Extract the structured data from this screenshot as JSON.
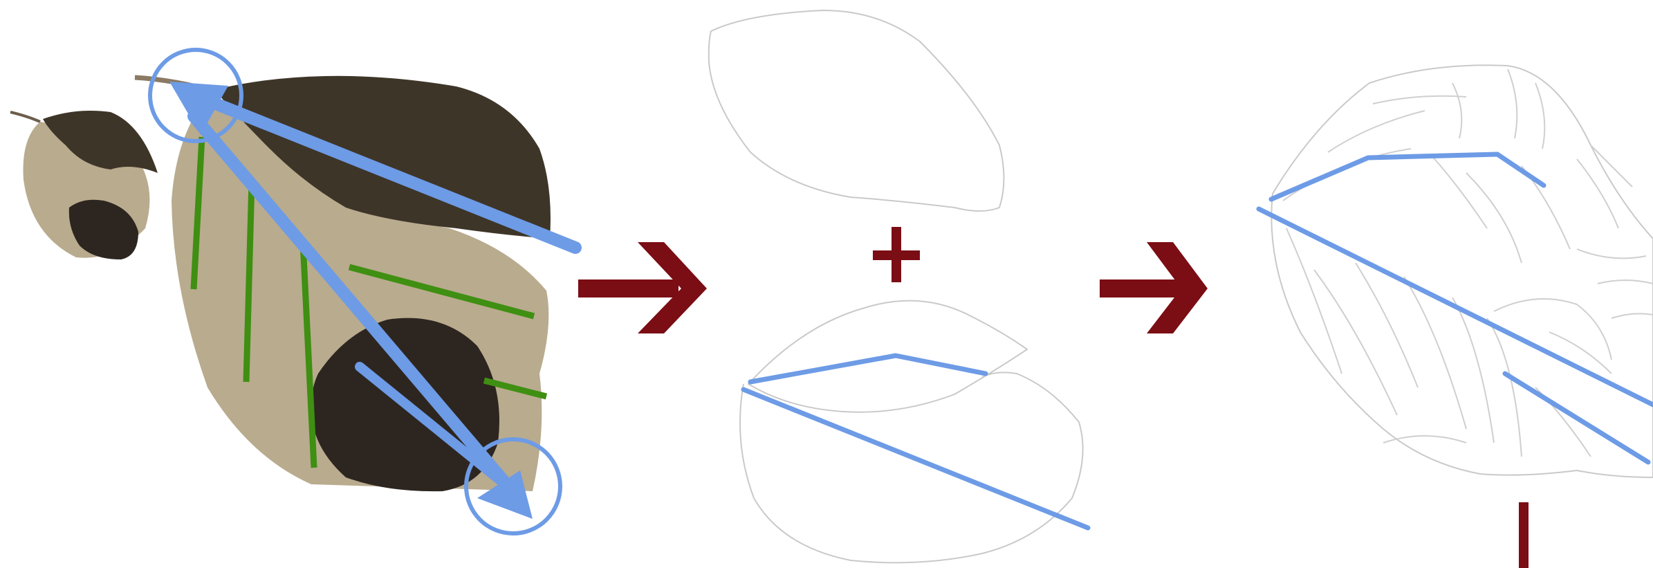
{
  "figure": {
    "description_free": true,
    "colors": {
      "background": "#ffffff",
      "leaf_tan": "#b9ab8e",
      "leaf_dark": "#3e3529",
      "leaf_shadow": "#2d2620",
      "annotation_blue": "#6d9be6",
      "annotation_green": "#3f8f12",
      "arrow_red": "#7b0d14",
      "outline_gray": "#c9c9c9"
    },
    "panels": [
      {
        "id": "photo",
        "icons": [
          "leaf-photo",
          "arrow-icon",
          "circle-marker",
          "green-vein-marker"
        ]
      },
      {
        "id": "outlines",
        "icons": [
          "leaf-outline",
          "plus-icon",
          "blue-axis-line"
        ]
      },
      {
        "id": "reconstruction",
        "icons": [
          "leaf-outline",
          "vein-network",
          "blue-axis-line"
        ]
      }
    ],
    "connectors": [
      "arrow-icon",
      "arrow-icon"
    ]
  }
}
